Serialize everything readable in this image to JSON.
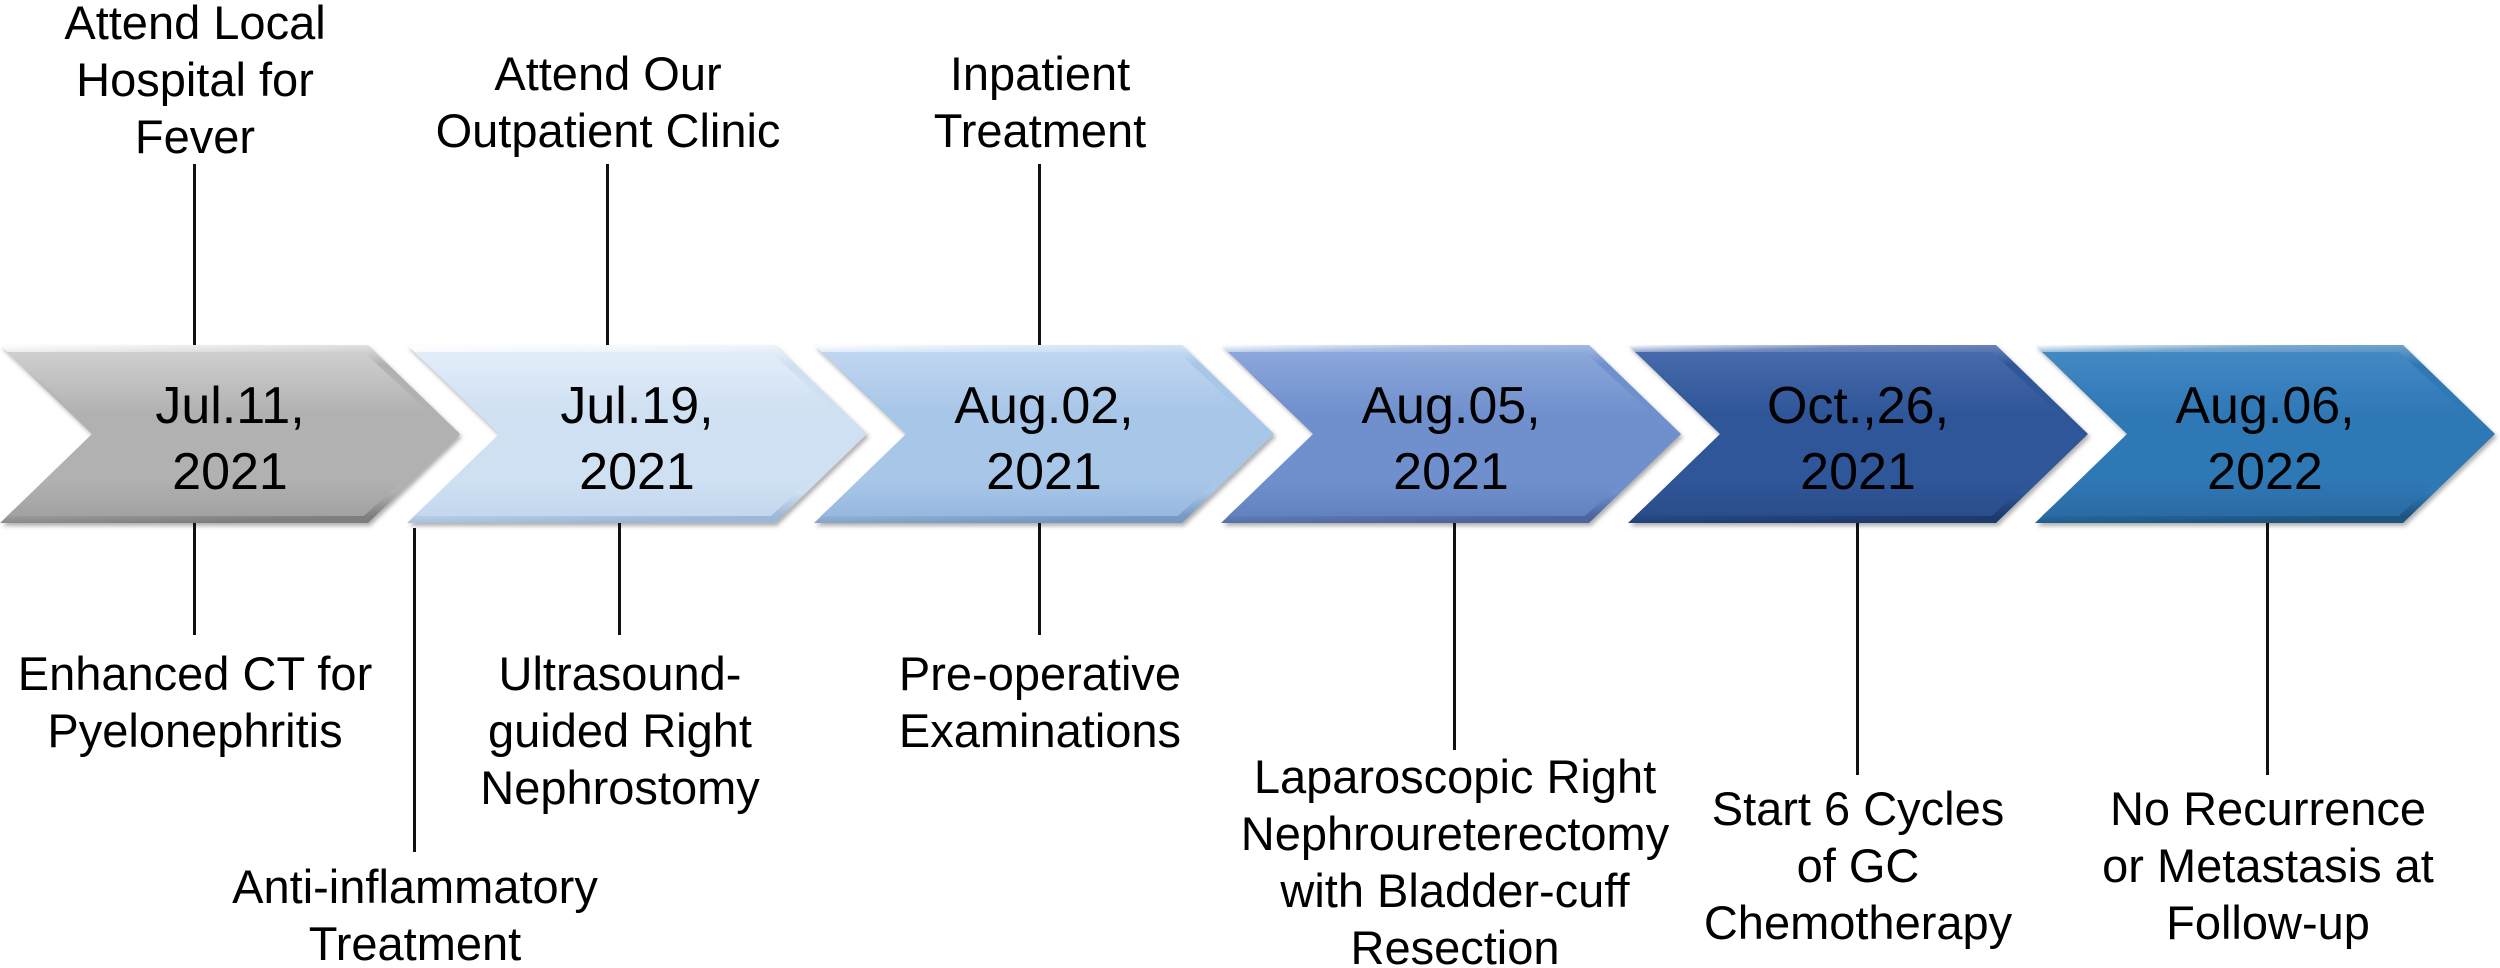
{
  "timeline": {
    "background": "#ffffff",
    "text_color": "#000000",
    "connector_color": "#111111",
    "milestones": [
      {
        "date_line1": "Jul.11,",
        "date_line2": "2021",
        "top_label": "Attend Local\nHospital for\nFever",
        "bottom_label": "Enhanced CT for\nPyelonephritis",
        "colors": {
          "main": "#b1b1b1",
          "light": "#e8e8e8",
          "dark": "#7e7e7e",
          "inner_top": "#cfcfcf",
          "inner_bottom": "#a2a2a2"
        }
      },
      {
        "date_line1": "Jul.19,",
        "date_line2": "2021",
        "top_label": "Attend Our\nOutpatient Clinic",
        "bottom_label": "Ultrasound-\nguided Right\nNephrostomy",
        "secondary_bottom_label": "Anti-inflammatory\nTreatment",
        "colors": {
          "main": "#cfe0f2",
          "light": "#f4f8fd",
          "dark": "#9db7d6",
          "inner_top": "#e2edf9",
          "inner_bottom": "#c3d7ee"
        }
      },
      {
        "date_line1": "Aug.02,",
        "date_line2": "2021",
        "top_label": "Inpatient\nTreatment",
        "bottom_label": "Pre-operative\nExaminations",
        "colors": {
          "main": "#a7c6e8",
          "light": "#d9e8f7",
          "dark": "#7898c1",
          "inner_top": "#c0d6f0",
          "inner_bottom": "#97b8e0"
        }
      },
      {
        "date_line1": "Aug.05,",
        "date_line2": "2021",
        "bottom_label": "Laparoscopic Right\nNephroureterectomy\nwith Bladder-cuff\nResection",
        "colors": {
          "main": "#7090cd",
          "light": "#aabfe4",
          "dark": "#4d659c",
          "inner_top": "#8ba7da",
          "inner_bottom": "#6181c0"
        }
      },
      {
        "date_line1": "Oct.,26,",
        "date_line2": "2021",
        "bottom_label": "Start 6 Cycles\nof GC\nChemotherapy",
        "colors": {
          "main": "#2f5699",
          "light": "#7089bd",
          "dark": "#1d3a6d",
          "inner_top": "#466aab",
          "inner_bottom": "#2a4d8a"
        }
      },
      {
        "date_line1": "Aug.06,",
        "date_line2": "2022",
        "bottom_label": "No Recurrence\nor Metastasis at\nFollow-up",
        "colors": {
          "main": "#2f78b6",
          "light": "#79a8d0",
          "dark": "#1d5480",
          "inner_top": "#4389c4",
          "inner_bottom": "#2a6ba3"
        }
      }
    ]
  }
}
